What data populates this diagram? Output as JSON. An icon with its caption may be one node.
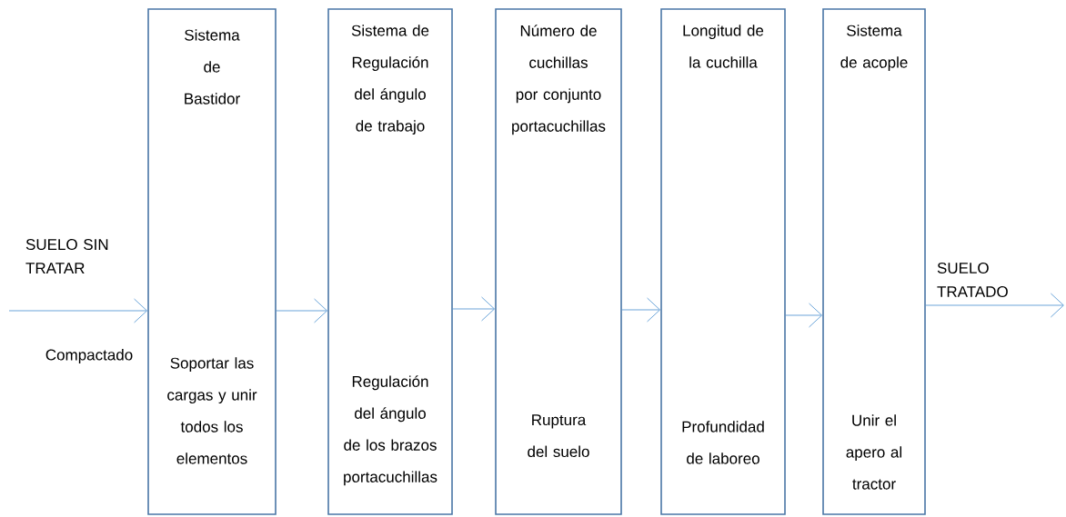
{
  "diagram": {
    "nodes": [
      {
        "text": [
          "Sistema de Bastidor",
          "Soportar las cargas y unir todos los elementos"
        ]
      },
      {
        "text": [
          "Sistema de Regulación del ángulo de trabajo",
          "Regulación del ángulo de los brazos portacuchillas"
        ]
      },
      {
        "text": [
          "Número de cuchillas por conjunto portacuchillas",
          "Ruptura del suelo"
        ]
      },
      {
        "text": [
          "Longitud de la cuchilla",
          "Profundidad de laboreo"
        ]
      },
      {
        "text": [
          "Sistema de acople",
          "Unir el apero al tractor"
        ]
      }
    ],
    "edges": [
      {
        "from": null,
        "to": 0,
        "arrow": "to",
        "label": "SUELO SIN TRATAR"
      },
      {
        "from": 0,
        "to": 1,
        "arrow": "to"
      },
      {
        "from": 1,
        "to": 2,
        "arrow": "to"
      },
      {
        "from": 2,
        "to": 3,
        "arrow": "to"
      },
      {
        "from": 3,
        "to": 4,
        "arrow": "to"
      },
      {
        "from": 4,
        "to": null,
        "arrow": "to",
        "label": "SUELO TRATADO"
      }
    ],
    "labels": [
      "Compactado"
    ]
  }
}
